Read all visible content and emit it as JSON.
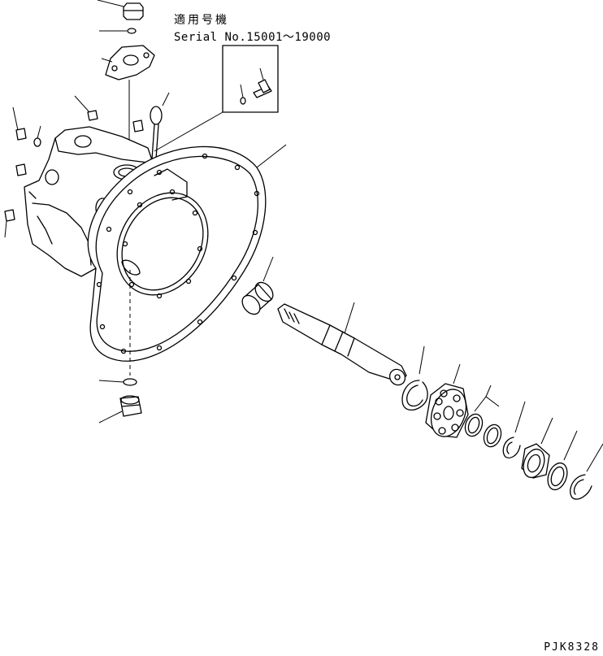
{
  "diagram": {
    "applicability_note": {
      "label_jp": "適用号機",
      "serial_text": "Serial No.15001～19000"
    },
    "drawing_code": "PJK8328",
    "colors": {
      "ink": "#000000",
      "paper": "#ffffff"
    },
    "parts": [
      {
        "name": "pump-body",
        "icon": "pump-body-icon"
      },
      {
        "name": "bolt",
        "icon": "bolt-icon"
      },
      {
        "name": "o-ring",
        "icon": "o-ring-icon"
      },
      {
        "name": "cover-plate",
        "icon": "plate-icon"
      },
      {
        "name": "eye-bolt",
        "icon": "eye-bolt-icon"
      },
      {
        "name": "plug",
        "icon": "plug-icon"
      },
      {
        "name": "flange-housing",
        "icon": "flange-icon"
      },
      {
        "name": "bushing",
        "icon": "bushing-icon"
      },
      {
        "name": "drive-shaft",
        "icon": "shaft-icon"
      },
      {
        "name": "snap-ring",
        "icon": "snap-ring-icon"
      },
      {
        "name": "coupling",
        "icon": "coupling-icon"
      },
      {
        "name": "shim-rings",
        "icon": "shim-icon"
      },
      {
        "name": "bearing",
        "icon": "bearing-icon"
      },
      {
        "name": "drain-plug",
        "icon": "drain-plug-icon"
      }
    ]
  }
}
